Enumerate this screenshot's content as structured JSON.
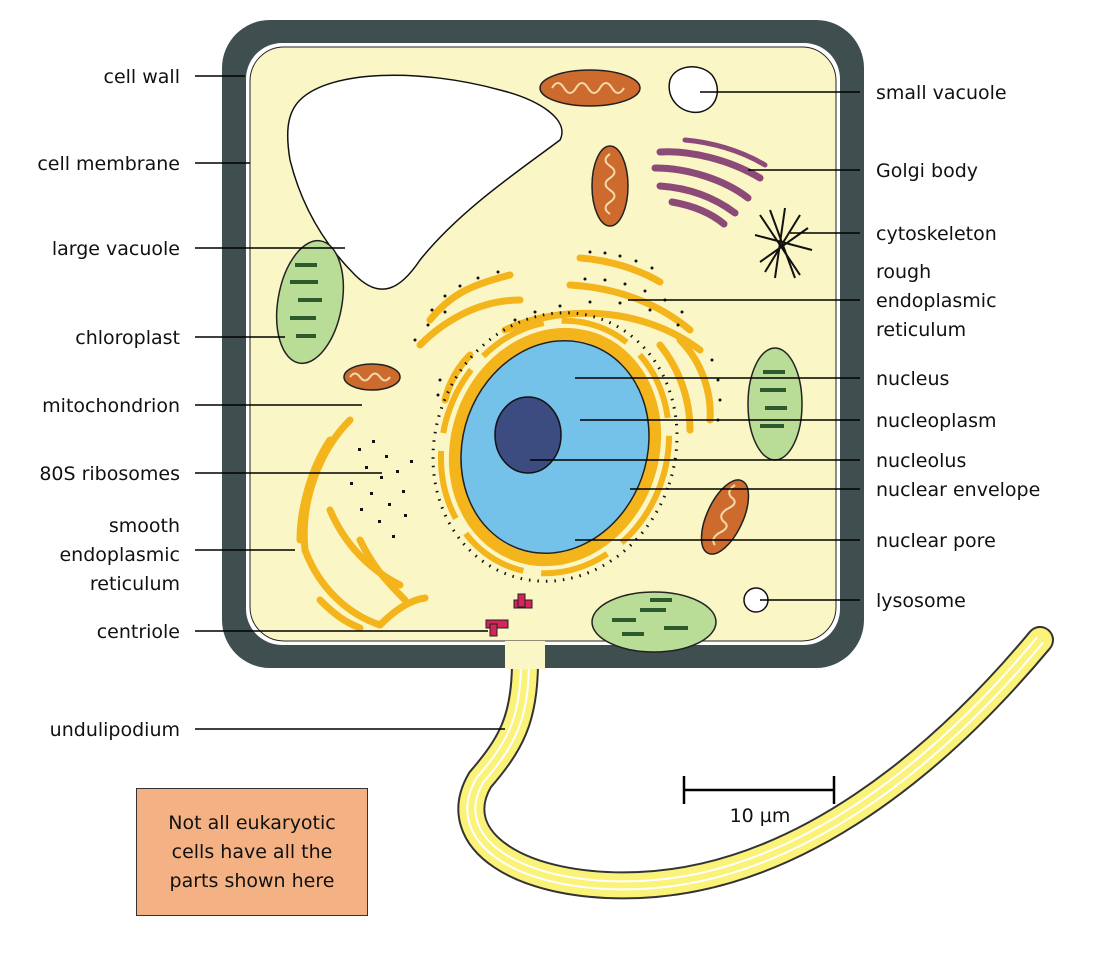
{
  "colors": {
    "cell_wall": "#3f4f4f",
    "cytoplasm": "#fbf6c5",
    "vacuole": "#ffffff",
    "nucleus": "#74c1ea",
    "nucleolus": "#3c4c80",
    "endoplasmic_reticulum": "#f4b41c",
    "mitochondrion": "#cd6a2e",
    "chloroplast": "#b9dc96",
    "golgi": "#8c4a78",
    "centriole": "#d4245a",
    "undulipodium": "#fbf27a",
    "note_box": "#f4b183"
  },
  "labels_left": {
    "cell_wall": "cell wall",
    "cell_membrane": "cell membrane",
    "large_vacuole": "large vacuole",
    "chloroplast": "chloroplast",
    "mitochondrion": "mitochondrion",
    "ribosomes": "80S ribosomes",
    "smooth_er_1": "smooth",
    "smooth_er_2": "endoplasmic",
    "smooth_er_3": "reticulum",
    "centriole": "centriole",
    "undulipodium": "undulipodium"
  },
  "labels_right": {
    "small_vacuole": "small vacuole",
    "golgi": "Golgi body",
    "cytoskeleton": "cytoskeleton",
    "rough_er_1": "rough",
    "rough_er_2": "endoplasmic",
    "rough_er_3": "reticulum",
    "nucleus": "nucleus",
    "nucleoplasm": "nucleoplasm",
    "nucleolus": "nucleolus",
    "nuclear_envelope": "nuclear envelope",
    "nuclear_pore": "nuclear pore",
    "lysosome": "lysosome"
  },
  "note": {
    "line1": "Not all eukaryotic",
    "line2": "cells have all the",
    "line3": "parts shown here"
  },
  "scale_bar": {
    "label": "10 µm"
  }
}
